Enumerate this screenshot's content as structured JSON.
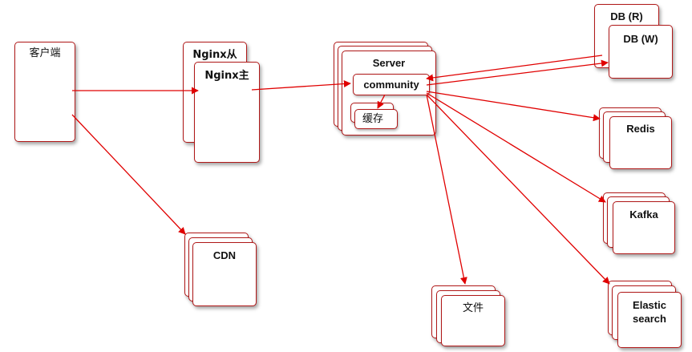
{
  "nodes": {
    "client": "客户端",
    "nginx_slave": "Nginx从",
    "nginx_master": "Nginx主",
    "server": "Server",
    "community": "community",
    "cache": "缓存",
    "db_read": "DB (R)",
    "db_write": "DB (W)",
    "redis": "Redis",
    "kafka": "Kafka",
    "elasticsearch_line1": "Elastic",
    "elasticsearch_line2": "search",
    "cdn": "CDN",
    "file": "文件"
  },
  "colors": {
    "arrow": "#e00000",
    "border": "#b01818"
  }
}
